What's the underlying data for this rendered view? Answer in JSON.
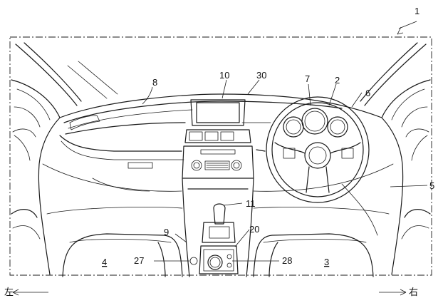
{
  "labels": {
    "figure": "1",
    "steering_wheel": "2",
    "right_seat": "3",
    "left_seat": "4",
    "interior": "5",
    "meter": "6",
    "meter_inner": "7",
    "dashboard": "8",
    "console": "9",
    "display": "10",
    "shift_lever": "11",
    "input_device": "20",
    "knob_left": "27",
    "knob_right": "28",
    "display_unit": "30"
  },
  "directions": {
    "left": "左",
    "right": "右"
  }
}
